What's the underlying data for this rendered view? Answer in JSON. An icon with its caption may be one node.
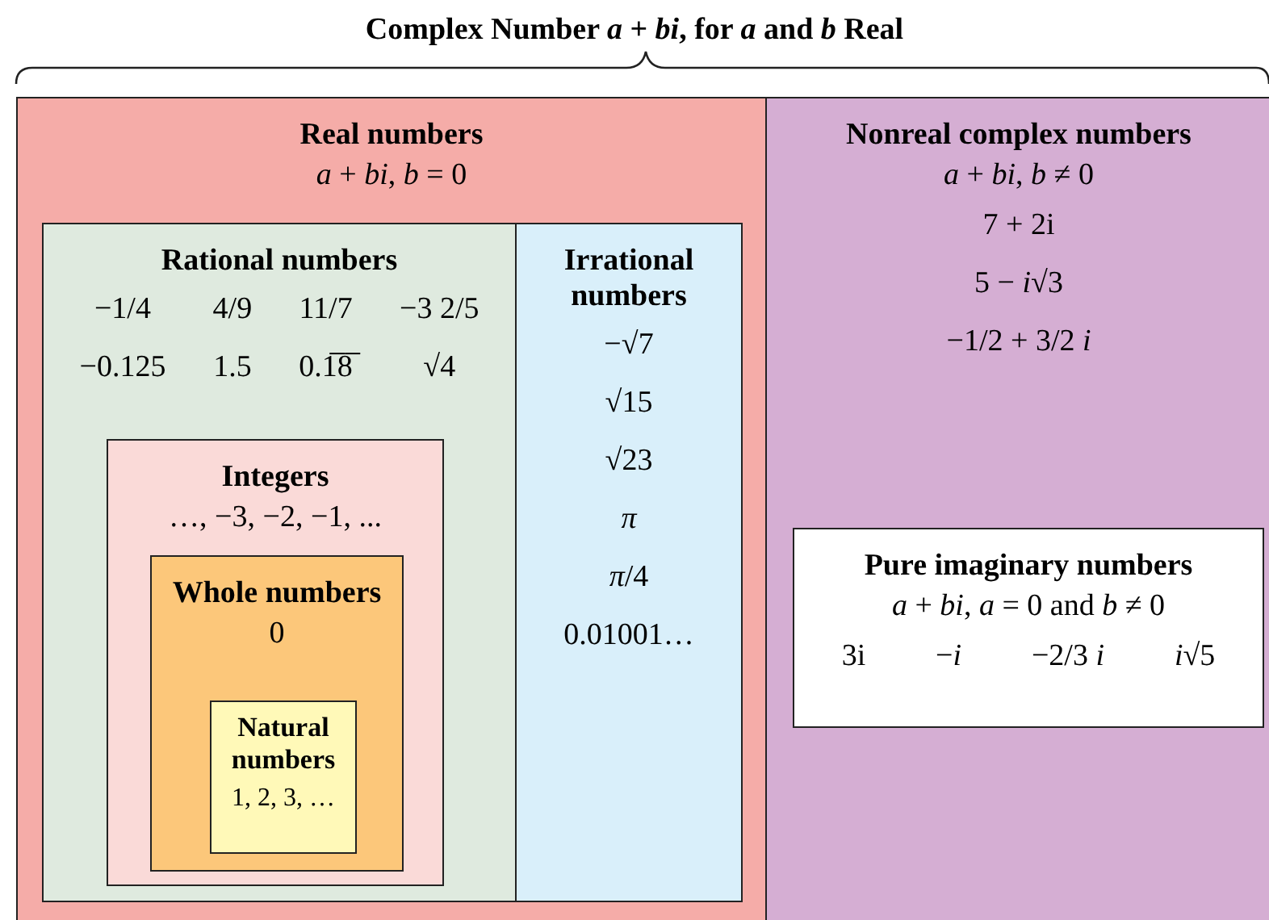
{
  "diagram": {
    "title": "Complex Number *a* + *bi*, for *a* and *b* Real",
    "nodes": [
      {
        "text": [
          "Real numbers",
          "*a* + *bi*,  *b* = 0"
        ]
      },
      {
        "text": [
          "Rational numbers",
          "−1/4",
          "4/9",
          "11/7",
          "−3 2/5",
          "−0.125",
          "1.5",
          "0.1̅8̅",
          "√4"
        ],
        "in": 0
      },
      {
        "text": [
          "Integers",
          "…, −3, −2, −1, ..."
        ],
        "in": 1
      },
      {
        "text": [
          "Whole numbers",
          "0"
        ],
        "in": 2
      },
      {
        "text": [
          "Natural numbers",
          "1, 2, 3, …"
        ],
        "in": 3
      },
      {
        "text": [
          "Irrational numbers",
          "−√7",
          "√15",
          "√23",
          "*π*",
          "*π*/4",
          "0.01001…"
        ],
        "in": 0
      },
      {
        "text": [
          "Nonreal complex numbers",
          "*a* + *bi*,  *b* ≠ 0",
          "7 + 2i",
          "5 − *i*√3",
          "−1/2 + 3/2 *i*"
        ]
      },
      {
        "text": [
          "Pure imaginary numbers",
          "*a* + *bi*,  *a* = 0  and  *b* ≠ 0",
          "3i",
          "−*i*",
          "−2/3 *i*",
          "*i*√5"
        ],
        "in": 6
      }
    ],
    "edges": []
  }
}
